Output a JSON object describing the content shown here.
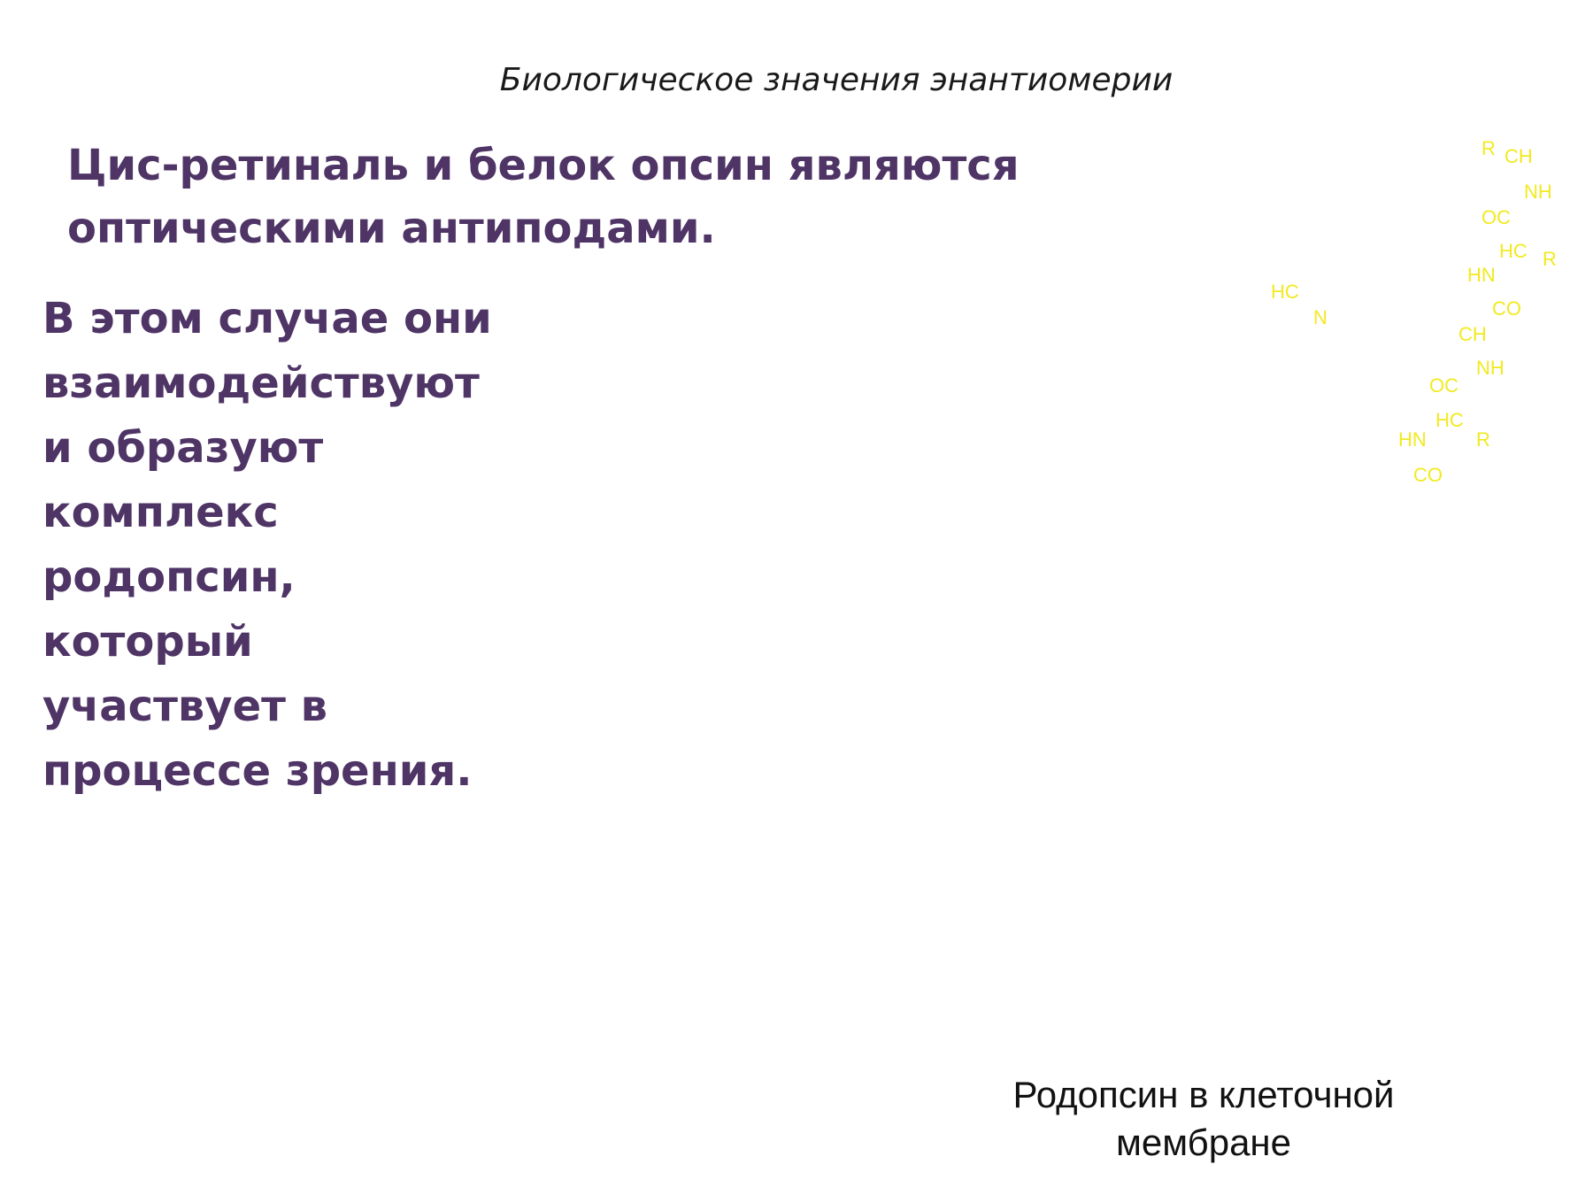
{
  "slide": {
    "title": "Биологическое значения энантиомерии",
    "lead_lines": [
      "Цис-ретиналь и белок опсин являются",
      "оптическими антиподами."
    ],
    "body_lines": [
      "В этом случае они",
      "взаимодействуют",
      "и образуют",
      "комплекс",
      "родопсин,",
      "который",
      "участвует  в",
      "процессе зрения."
    ],
    "molecule_labels": [
      "R",
      "CH",
      "NH",
      "OC",
      "HC",
      "R",
      "HN",
      "HC",
      "N",
      "CO",
      "CH",
      "NH",
      "OC",
      "HC",
      "HN",
      "R",
      "CO"
    ],
    "caption_lines": [
      "Родопсин в клеточной",
      "мембране"
    ]
  },
  "colors": {
    "body_text": "#4f3466",
    "molecule_labels": "#f2ea21",
    "title": "#1a1a1a",
    "caption": "#111111"
  }
}
